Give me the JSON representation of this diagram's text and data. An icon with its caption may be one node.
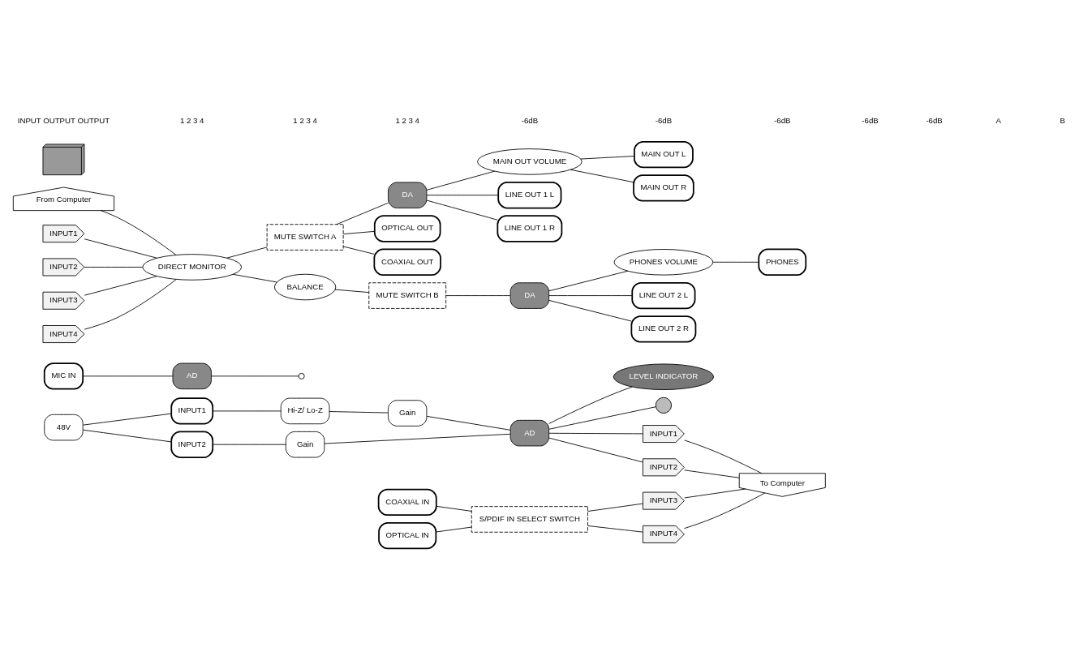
{
  "diagram": {
    "nodes": [
      {
        "text": [
          "48V"
        ]
      },
      {
        "text": [
          "INPUT1"
        ]
      },
      {
        "text": [
          "INPUT2"
        ]
      },
      {
        "text": [
          "Hi-Z/ Lo-Z"
        ]
      },
      {
        "text": [
          "Gain"
        ]
      },
      {
        "text": [
          "Gain"
        ]
      },
      {
        "text": [
          "AD"
        ]
      },
      {
        "text": [
          "LEVEL INDICATOR"
        ]
      },
      {
        "text": [],
        "shape": "circle"
      },
      {
        "text": [
          "INPUT1"
        ]
      },
      {
        "text": [
          "INPUT2"
        ]
      },
      {
        "text": [
          "COAXIAL IN"
        ]
      },
      {
        "text": [
          "OPTICAL IN"
        ]
      },
      {
        "text": [
          "S/PDIF IN SELECT SWITCH"
        ]
      },
      {
        "text": [
          "INPUT3"
        ]
      },
      {
        "text": [
          "INPUT4"
        ]
      },
      {
        "text": [
          "MIC IN"
        ]
      },
      {
        "text": [
          "AD"
        ]
      },
      {
        "text": [
          "To Computer"
        ]
      },
      {
        "text": [
          "From Computer"
        ]
      },
      {
        "text": [],
        "shape": "picture"
      },
      {
        "text": [
          "DIRECT MONITOR"
        ]
      },
      {
        "text": [
          "INPUT1"
        ]
      },
      {
        "text": [
          "INPUT2"
        ]
      },
      {
        "text": [
          "INPUT3"
        ]
      },
      {
        "text": [
          "INPUT4"
        ]
      },
      {
        "text": [
          "MUTE SWITCH A"
        ]
      },
      {
        "text": [
          "MUTE SWITCH B"
        ]
      },
      {
        "text": [
          "BALANCE"
        ]
      },
      {
        "text": [
          "DA"
        ]
      },
      {
        "text": [
          "DA"
        ]
      },
      {
        "text": [
          "MAIN OUT VOLUME"
        ]
      },
      {
        "text": [
          "PHONES VOLUME"
        ]
      },
      {
        "text": [
          "OPTICAL OUT"
        ]
      },
      {
        "text": [
          "COAXIAL OUT"
        ]
      },
      {
        "text": [
          "MAIN OUT L"
        ]
      },
      {
        "text": [
          "MAIN OUT R"
        ]
      },
      {
        "text": [
          "LINE OUT 1 L"
        ]
      },
      {
        "text": [
          "LINE OUT 1 R"
        ]
      },
      {
        "text": [
          "PHONES"
        ]
      },
      {
        "text": [
          "LINE OUT 2 L"
        ]
      },
      {
        "text": [
          "LINE OUT 2 R"
        ]
      }
    ],
    "edges": [
      {
        "from": 0,
        "to": 1,
        "arrow": "none"
      },
      {
        "from": 0,
        "to": 2,
        "arrow": "none"
      },
      {
        "from": 1,
        "to": 3,
        "arrow": "none"
      },
      {
        "from": 3,
        "to": 4,
        "arrow": "none"
      },
      {
        "from": 4,
        "to": 6,
        "arrow": "none"
      },
      {
        "from": 2,
        "to": 5,
        "arrow": "none"
      },
      {
        "from": 5,
        "to": 6,
        "arrow": "none"
      },
      {
        "from": 6,
        "to": 7,
        "arrow": "none"
      },
      {
        "from": 6,
        "to": 8,
        "arrow": "none"
      },
      {
        "from": 6,
        "to": 9,
        "arrow": "none"
      },
      {
        "from": 6,
        "to": 10,
        "arrow": "none"
      },
      {
        "from": 11,
        "to": 13,
        "arrow": "none"
      },
      {
        "from": 12,
        "to": 13,
        "arrow": "none"
      },
      {
        "from": 13,
        "to": 14,
        "arrow": "none"
      },
      {
        "from": 13,
        "to": 15,
        "arrow": "none"
      },
      {
        "from": 16,
        "to": 17,
        "arrow": "none"
      },
      {
        "from": 17,
        "to": null,
        "arrow": "other"
      },
      {
        "from": 9,
        "to": 18,
        "arrow": "none"
      },
      {
        "from": 10,
        "to": 18,
        "arrow": "none"
      },
      {
        "from": 14,
        "to": 18,
        "arrow": "none"
      },
      {
        "from": 15,
        "to": 18,
        "arrow": "none"
      },
      {
        "from": 19,
        "to": 21,
        "arrow": "none"
      },
      {
        "from": 22,
        "to": 21,
        "arrow": "none"
      },
      {
        "from": 23,
        "to": 21,
        "arrow": "none"
      },
      {
        "from": 24,
        "to": 21,
        "arrow": "none"
      },
      {
        "from": 25,
        "to": 21,
        "arrow": "none"
      },
      {
        "from": 21,
        "to": 26,
        "arrow": "none"
      },
      {
        "from": 21,
        "to": 28,
        "arrow": "none"
      },
      {
        "from": 28,
        "to": 27,
        "arrow": "none"
      },
      {
        "from": 26,
        "to": 33,
        "arrow": "none"
      },
      {
        "from": 26,
        "to": 34,
        "arrow": "none"
      },
      {
        "from": 26,
        "to": 29,
        "arrow": "none"
      },
      {
        "from": 27,
        "to": 30,
        "arrow": "none"
      },
      {
        "from": 29,
        "to": 31,
        "arrow": "none"
      },
      {
        "from": 31,
        "to": 35,
        "arrow": "none"
      },
      {
        "from": 31,
        "to": 36,
        "arrow": "none"
      },
      {
        "from": 29,
        "to": 37,
        "arrow": "none"
      },
      {
        "from": 29,
        "to": 38,
        "arrow": "none"
      },
      {
        "from": 30,
        "to": 32,
        "arrow": "none"
      },
      {
        "from": 32,
        "to": 39,
        "arrow": "none"
      },
      {
        "from": 30,
        "to": 40,
        "arrow": "none"
      },
      {
        "from": 30,
        "to": 41,
        "arrow": "none"
      }
    ],
    "labels": [
      "INPUT OUTPUT OUTPUT",
      "1 2 3 4",
      "1 2 3 4",
      "1 2 3 4",
      "-6dB",
      "-6dB",
      "-6dB",
      "-6dB",
      "-6dB",
      "A",
      "B"
    ]
  }
}
